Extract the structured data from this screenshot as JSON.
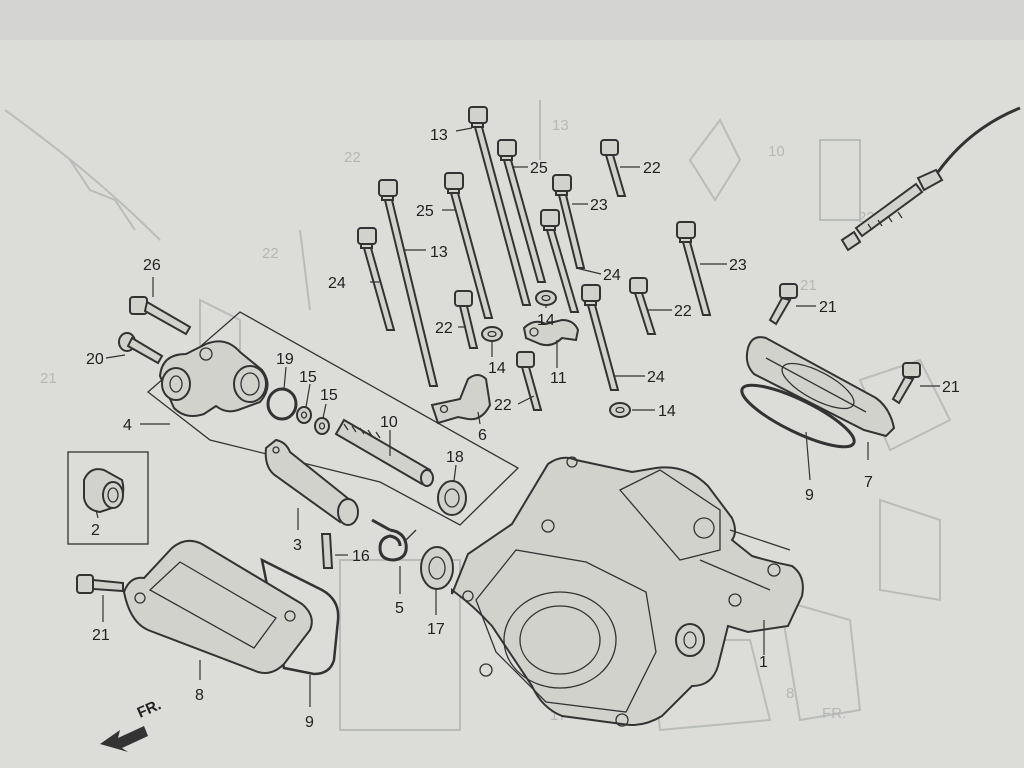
{
  "direction_marker": {
    "text": "FR."
  },
  "callouts": [
    {
      "id": "c13a",
      "text": "13"
    },
    {
      "id": "c13b",
      "text": "13"
    },
    {
      "id": "c25a",
      "text": "25"
    },
    {
      "id": "c25b",
      "text": "25"
    },
    {
      "id": "c22a",
      "text": "22"
    },
    {
      "id": "c22b",
      "text": "22"
    },
    {
      "id": "c22c",
      "text": "22"
    },
    {
      "id": "c22d",
      "text": "22"
    },
    {
      "id": "c23a",
      "text": "23"
    },
    {
      "id": "c23b",
      "text": "23"
    },
    {
      "id": "c24a",
      "text": "24"
    },
    {
      "id": "c24b",
      "text": "24"
    },
    {
      "id": "c24c",
      "text": "24"
    },
    {
      "id": "c14a",
      "text": "14"
    },
    {
      "id": "c14b",
      "text": "14"
    },
    {
      "id": "c14c",
      "text": "14"
    },
    {
      "id": "c11",
      "text": "11"
    },
    {
      "id": "c21a",
      "text": "21"
    },
    {
      "id": "c21b",
      "text": "21"
    },
    {
      "id": "c21c",
      "text": "21"
    },
    {
      "id": "c26",
      "text": "26"
    },
    {
      "id": "c20",
      "text": "20"
    },
    {
      "id": "c19",
      "text": "19"
    },
    {
      "id": "c15a",
      "text": "15"
    },
    {
      "id": "c15b",
      "text": "15"
    },
    {
      "id": "c4",
      "text": "4"
    },
    {
      "id": "c6",
      "text": "6"
    },
    {
      "id": "c10",
      "text": "10"
    },
    {
      "id": "c18",
      "text": "18"
    },
    {
      "id": "c7",
      "text": "7"
    },
    {
      "id": "c9a",
      "text": "9"
    },
    {
      "id": "c9b",
      "text": "9"
    },
    {
      "id": "c2",
      "text": "2"
    },
    {
      "id": "c3",
      "text": "3"
    },
    {
      "id": "c16",
      "text": "16"
    },
    {
      "id": "c5",
      "text": "5"
    },
    {
      "id": "c17",
      "text": "17"
    },
    {
      "id": "c1",
      "text": "1"
    },
    {
      "id": "c8",
      "text": "8"
    }
  ]
}
